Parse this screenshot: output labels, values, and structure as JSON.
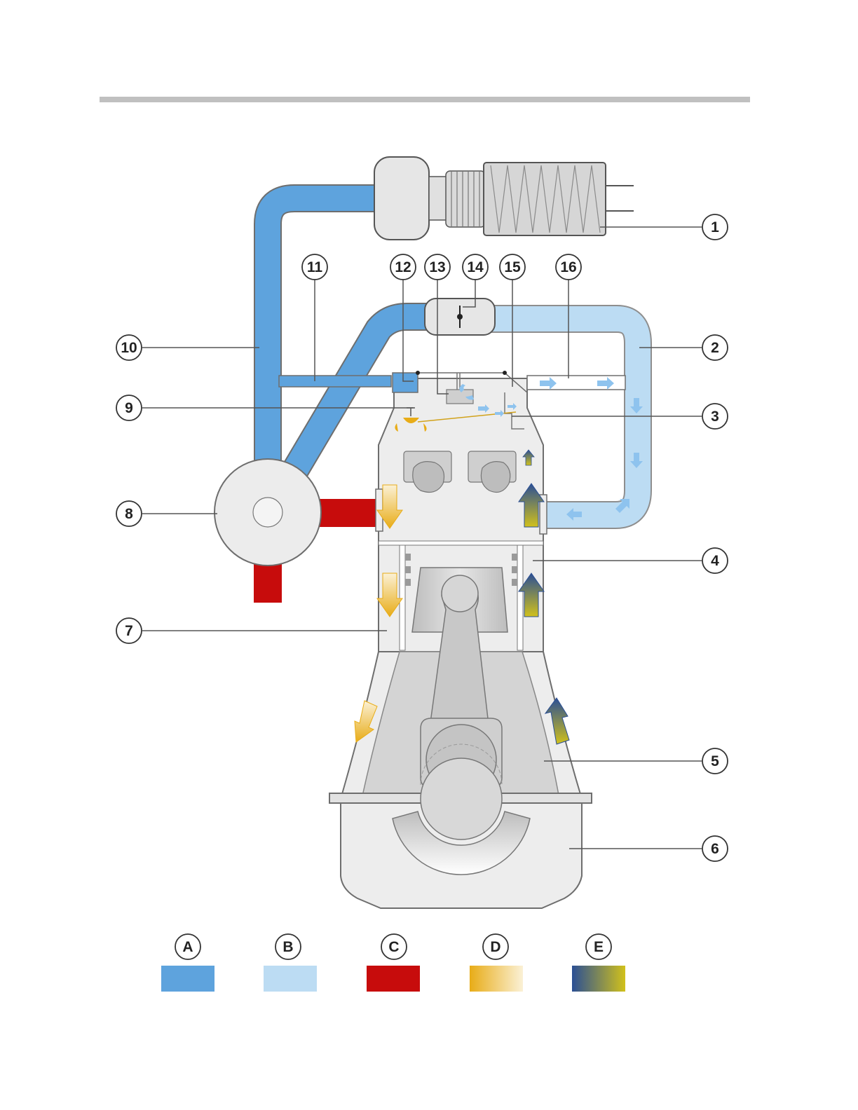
{
  "callouts": {
    "c1": "1",
    "c2": "2",
    "c3": "3",
    "c4": "4",
    "c5": "5",
    "c6": "6",
    "c7": "7",
    "c8": "8",
    "c9": "9",
    "c10": "10",
    "c11": "11",
    "c12": "12",
    "c13": "13",
    "c14": "14",
    "c15": "15",
    "c16": "16"
  },
  "legend": [
    {
      "letter": "A",
      "color": "#5ea3dd"
    },
    {
      "letter": "B",
      "color": "#bcdcf3"
    },
    {
      "letter": "C",
      "color": "#c70c0c"
    },
    {
      "letter": "D",
      "gradient": [
        "#e8ac17",
        "#fbf1d6"
      ]
    },
    {
      "letter": "E",
      "gradient": [
        "#2b4f94",
        "#d1c11b"
      ]
    }
  ],
  "colors": {
    "pipe_dark": "#5ea3dd",
    "pipe_light": "#bcdcf3",
    "hot": "#c70c0c",
    "engine_body": "#ededed",
    "engine_inner": "#d2d2d2",
    "outline": "#6e6e6e",
    "header_rule": "#c0c0c0"
  }
}
